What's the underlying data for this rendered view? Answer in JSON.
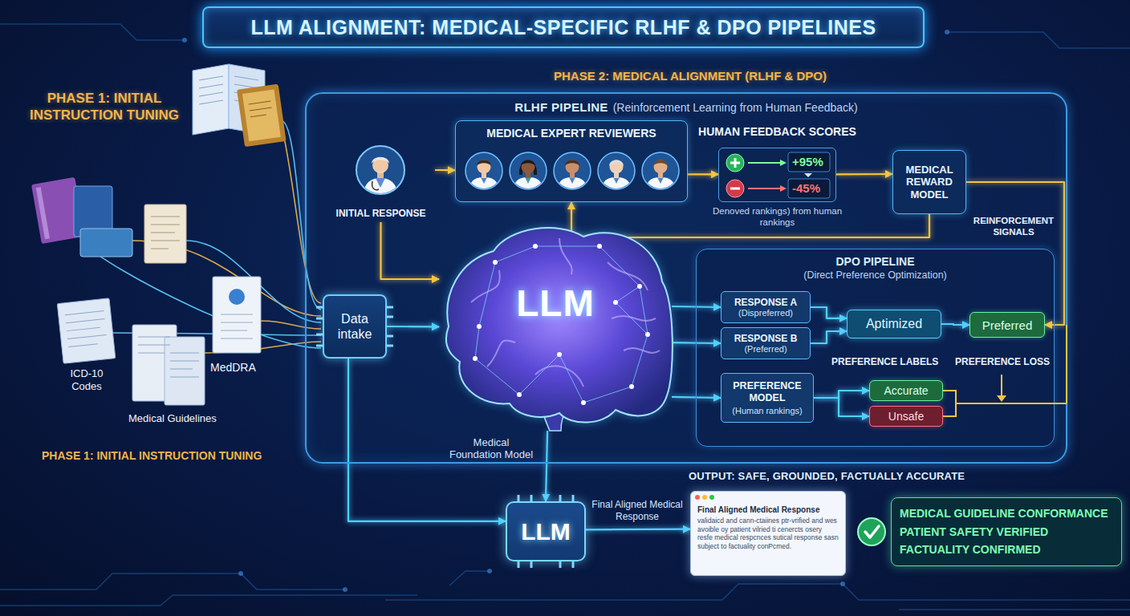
{
  "diagram": {
    "title": "LLM ALIGNMENT: MEDICAL-SPECIFIC RLHF & DPO PIPELINES",
    "nodes": [
      {
        "text": [
          "RLHF PIPELINE",
          "(Reinforcement Learning from Human Feedback)"
        ]
      },
      {
        "text": [
          "INITIAL RESPONSE"
        ],
        "in": 0
      },
      {
        "text": [
          "MEDICAL EXPERT REVIEWERS"
        ],
        "in": 0
      },
      {
        "text": [
          "HUMAN FEEDBACK SCORES",
          "+95%",
          "-45%",
          "Denoved rankings) from human rankings"
        ],
        "in": 0
      },
      {
        "text": [
          "MEDICAL REWARD MODEL"
        ],
        "in": 0
      },
      {
        "text": [
          "DPO PIPELINE",
          "(Direct Preference Optimization)"
        ],
        "in": 0
      },
      {
        "text": [
          "RESPONSE A",
          "(Dispreferred)"
        ],
        "in": 5
      },
      {
        "text": [
          "RESPONSE B",
          "(Preferred)"
        ],
        "in": 5
      },
      {
        "text": [
          "Aptimized"
        ],
        "in": 5
      },
      {
        "text": [
          "Preferred"
        ],
        "in": 5
      },
      {
        "text": [
          "PREFERENCE MODEL",
          "(Human rankings)"
        ],
        "in": 5
      },
      {
        "text": [
          "Accurate"
        ],
        "in": 5
      },
      {
        "text": [
          "Unsafe"
        ],
        "in": 5
      },
      {
        "text": [
          "LLM",
          "Medical Foundation Model"
        ],
        "in": 0
      },
      {
        "text": [
          "Data intake"
        ],
        "in": 0
      },
      {
        "text": [
          "LLM"
        ]
      },
      {
        "text": [
          "Final Aligned Medical Response",
          "validaicd and cann-ctaiines ptr-vrified and wes avoible oy patient vilried ti cenercts osery resfe medical respcnces sutical response sasn subject to factuality conPcmed."
        ]
      },
      {
        "text": [
          "MEDICAL GUIDELINE CONFORMANCE",
          "PATIENT SAFETY VERIFIED",
          "FACTUALITY CONFIRMED"
        ]
      }
    ],
    "edges": [
      {
        "from": 14,
        "to": 13,
        "arrow": "to"
      },
      {
        "from": 1,
        "to": 2,
        "arrow": "to"
      },
      {
        "from": 1,
        "to": 13,
        "arrow": "to"
      },
      {
        "from": 2,
        "to": 3,
        "arrow": "to"
      },
      {
        "from": 3,
        "to": 4,
        "arrow": "to"
      },
      {
        "from": 4,
        "to": 2,
        "arrow": "to"
      },
      {
        "from": 4,
        "to": 9,
        "label": "REINFORCEMENT SIGNALS",
        "arrow": "to"
      },
      {
        "from": 13,
        "to": 6,
        "arrow": "to"
      },
      {
        "from": 13,
        "to": 7,
        "arrow": "to"
      },
      {
        "from": 13,
        "to": 10,
        "arrow": "to"
      },
      {
        "from": 6,
        "to": 8,
        "arrow": "to"
      },
      {
        "from": 7,
        "to": 8,
        "arrow": "to"
      },
      {
        "from": 8,
        "to": 9,
        "arrow": "to"
      },
      {
        "from": 10,
        "to": 11,
        "arrow": "to"
      },
      {
        "from": 10,
        "to": 12,
        "arrow": "to"
      },
      {
        "from": 13,
        "to": 15,
        "arrow": "to"
      },
      {
        "from": 14,
        "to": 15,
        "arrow": "to"
      },
      {
        "from": 15,
        "to": 16,
        "label": "Final Aligned Medical Response",
        "arrow": "to"
      }
    ],
    "labels": [
      "PHASE 1: INITIAL INSTRUCTION TUNING",
      "PHASE 2: MEDICAL ALIGNMENT (RLHF & DPO)",
      "ICD-10 Codes",
      "MedDRA",
      "Medical Guidelines",
      "PHASE 1: INITIAL INSTRUCTION TUNING",
      "PREFERENCE LABELS",
      "PREFERENCE LOSS",
      "OUTPUT: SAFE, GROUNDED, FACTUALLY ACCURATE"
    ]
  }
}
